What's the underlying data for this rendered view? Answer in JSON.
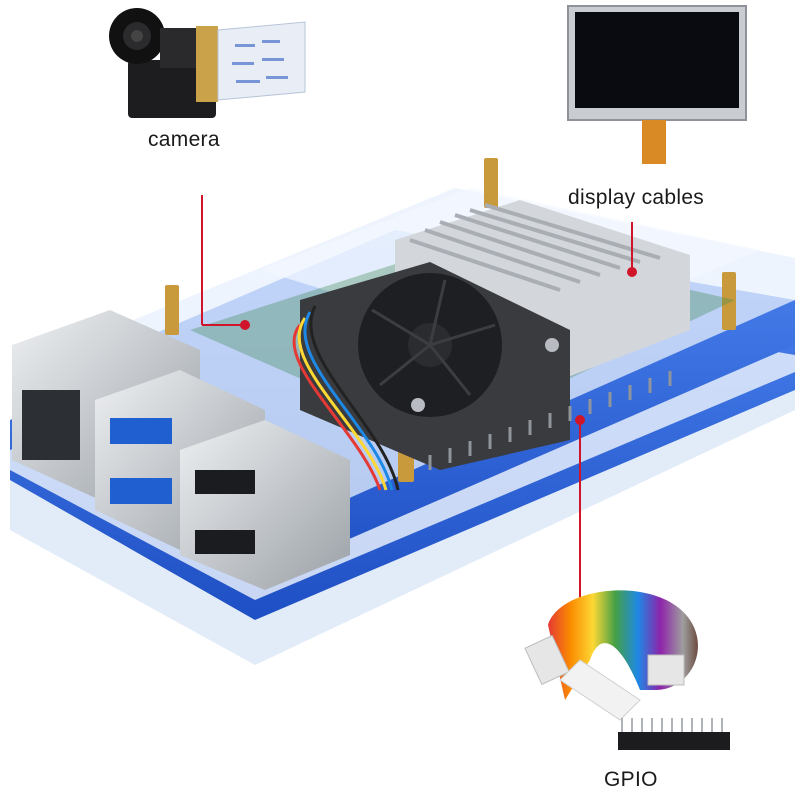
{
  "labels": {
    "camera": "camera",
    "display_cables": "display cables",
    "gpio": "GPIO"
  },
  "colors": {
    "case_blue": "#2f63d8",
    "case_clear": "#dfeaf8",
    "pointer_line": "#d0152b",
    "heatsink": "#d3d7db",
    "fan_frame": "#3a3b3e",
    "pcb_green": "#3e8a4f"
  }
}
